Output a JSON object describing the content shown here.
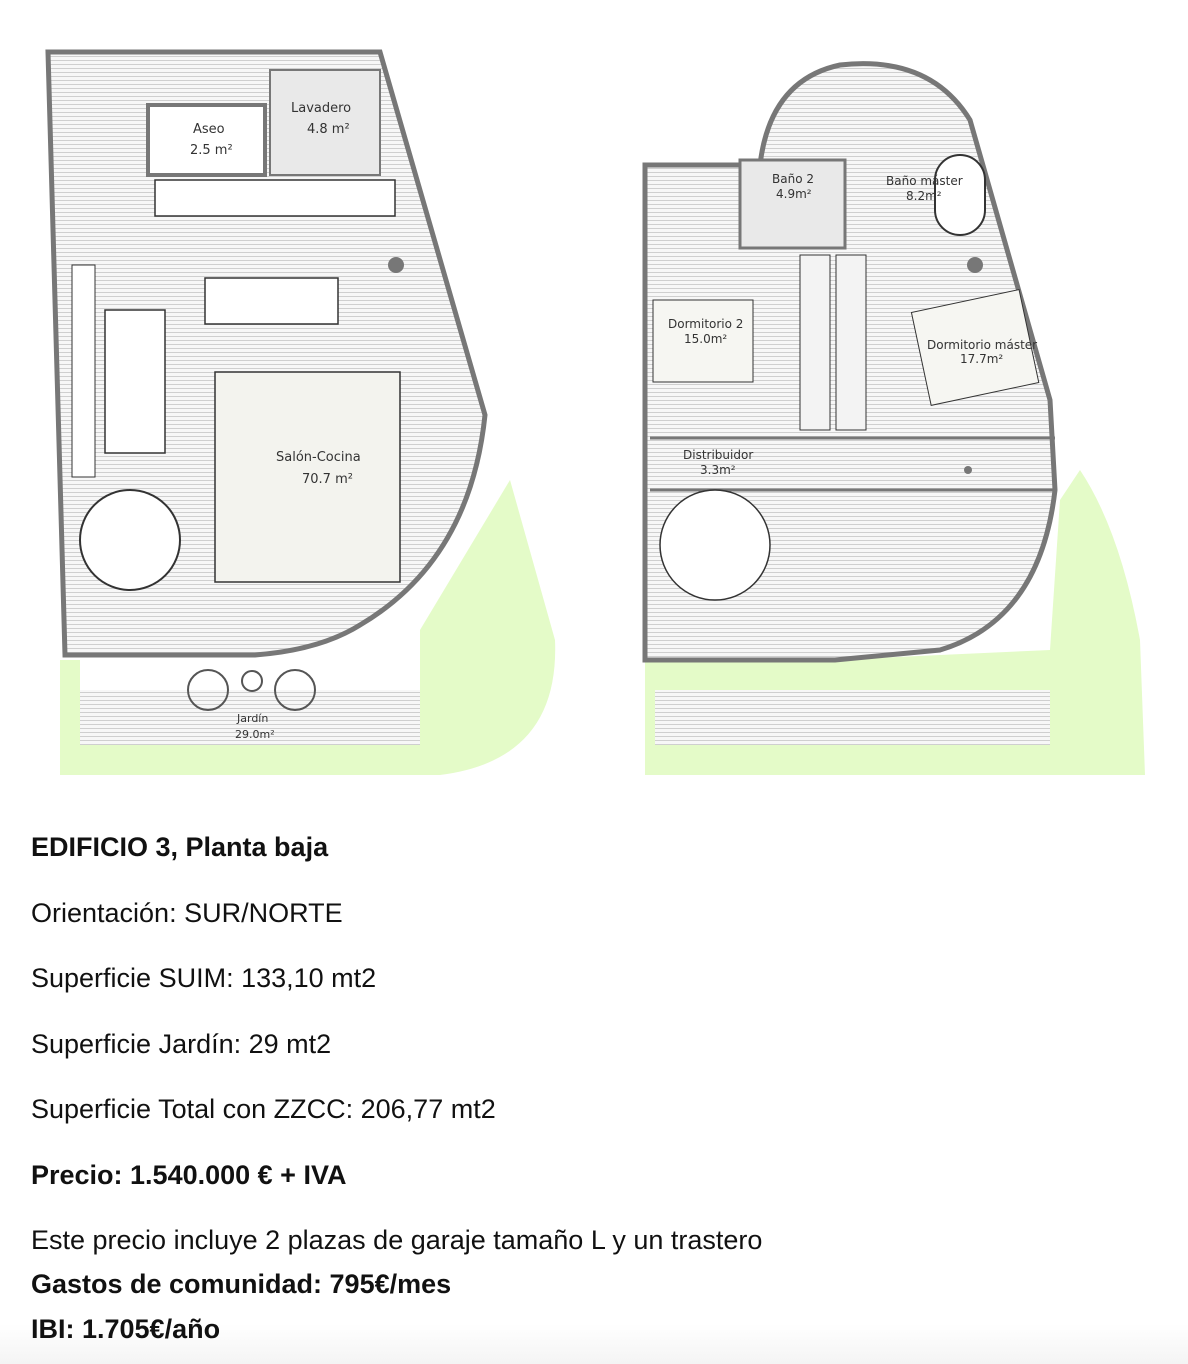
{
  "plans": {
    "ground": {
      "rooms": [
        {
          "name": "Aseo",
          "area": "2.5 m²"
        },
        {
          "name": "Lavadero",
          "area": "4.8 m²"
        },
        {
          "name": "Salón-Cocina",
          "area": "70.7 m²"
        },
        {
          "name": "Jardín",
          "area": "29.0m²"
        }
      ]
    },
    "upper": {
      "rooms": [
        {
          "name": "Baño 2",
          "area": "4.9m²"
        },
        {
          "name": "Baño máster",
          "area": "8.2m²"
        },
        {
          "name": "Dormitorio 2",
          "area": "15.0m²"
        },
        {
          "name": "Dormitorio máster",
          "area": "17.7m²"
        },
        {
          "name": "Distribuidor",
          "area": "3.3m²"
        }
      ]
    }
  },
  "colors": {
    "garden": "#e4fbc8",
    "floor": "#f1f1f1",
    "wall": "#777777"
  },
  "info": {
    "title_bold": "EDIFICIO 3",
    "title_rest": ", Planta baja",
    "orientation": "Orientación: SUR/NORTE",
    "suim": "Superficie SUIM: 133,10 mt2",
    "garden": "Superficie Jardín: 29 mt2",
    "total": "Superficie Total con ZZCC: 206,77 mt2",
    "price": "Precio: 1.540.000 € + IVA",
    "includes": "Este precio incluye 2 plazas de garaje tamaño L y un trastero",
    "community": "Gastos de comunidad: 795€/mes",
    "ibi": "IBI: 1.705€/año"
  }
}
